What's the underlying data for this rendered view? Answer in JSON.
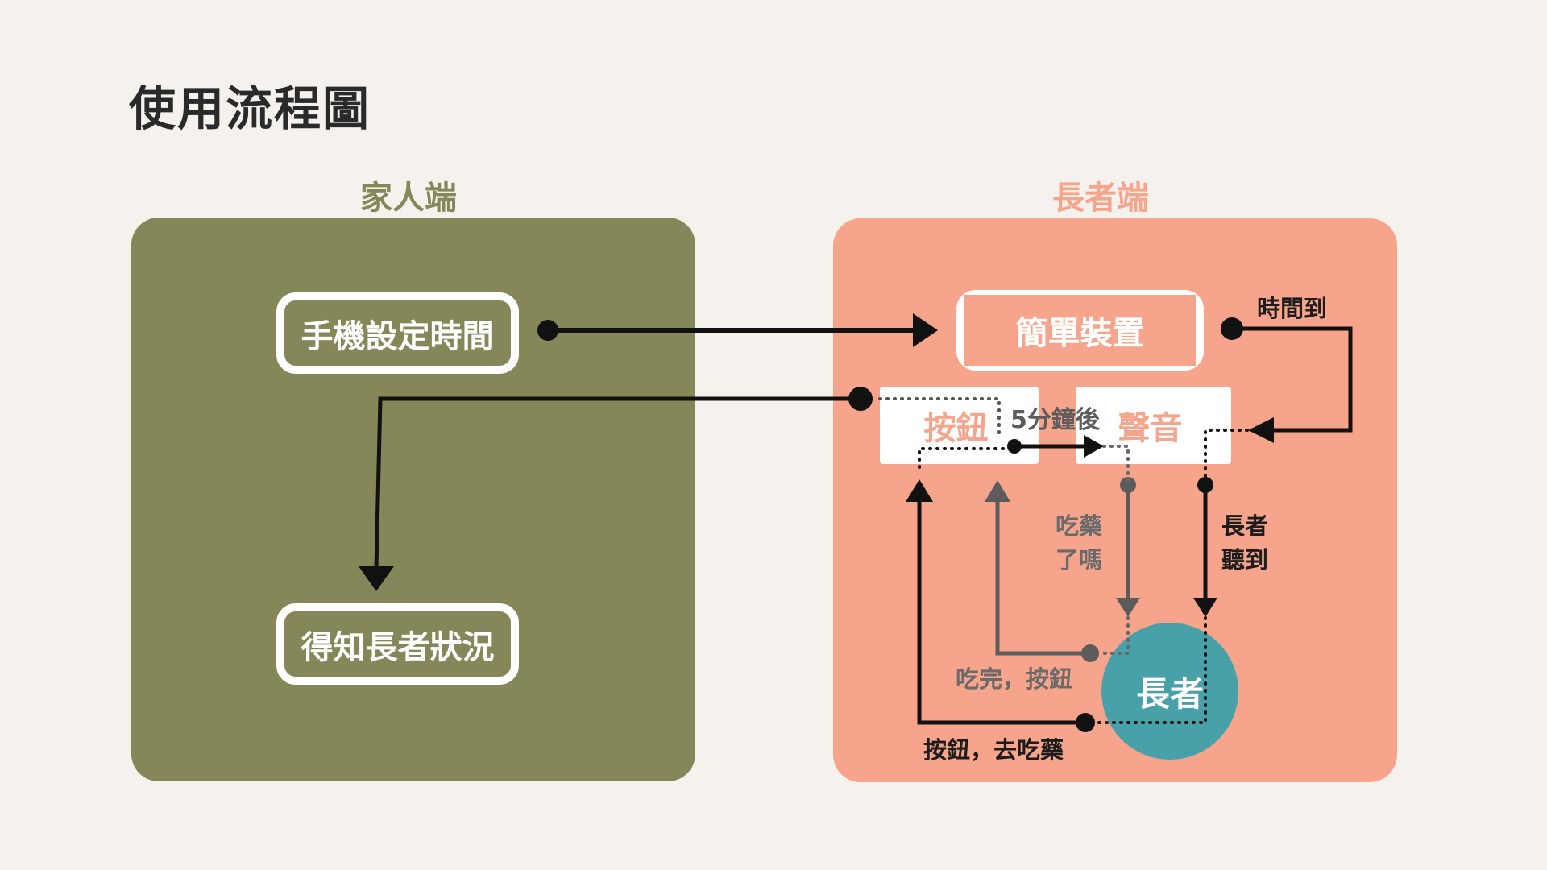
{
  "title": "使用流程圖",
  "family_side": {
    "label": "家人端",
    "nodes": {
      "phone": "手機設定時間",
      "status": "得知長者狀況"
    }
  },
  "elder_side": {
    "label": "長者端",
    "nodes": {
      "device": "簡單裝置",
      "button": "按鈕",
      "sound": "聲音",
      "elder": "長者"
    }
  },
  "edge_labels": {
    "time_up": "時間到",
    "five_min_after": "5分鐘後",
    "took_medicine_q_line1": "吃藥",
    "took_medicine_q_line2": "了嗎",
    "elder_heard_line1": "長者",
    "elder_heard_line2": "聽到",
    "done_press": "吃完，按鈕",
    "press_go_take": "按鈕，去吃藥"
  },
  "colors": {
    "background": "#f5f1ed",
    "family_panel": "#858759",
    "elder_panel": "#f6a48c",
    "elder_circle": "#48a0a9",
    "arrow_dark": "#111111",
    "arrow_grey": "#5c5c5c"
  }
}
